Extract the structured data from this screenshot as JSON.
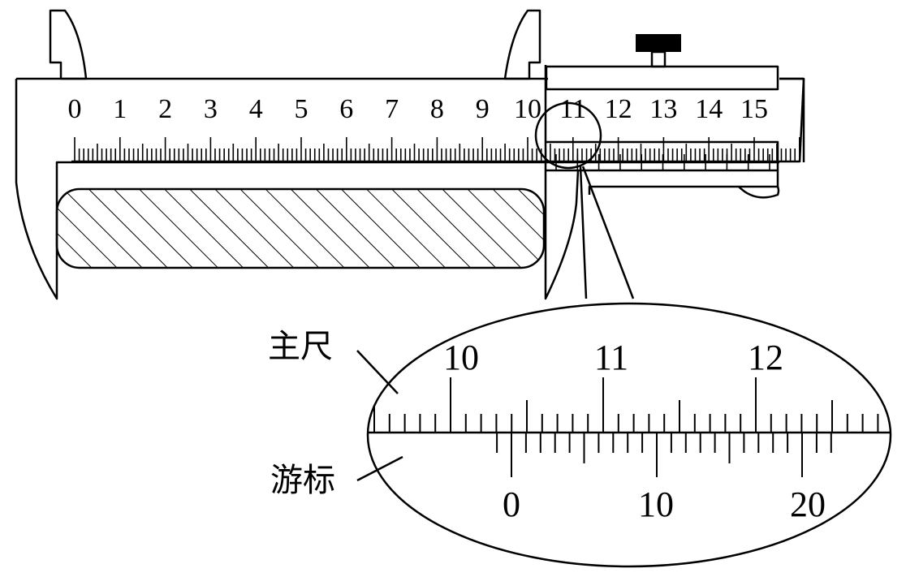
{
  "main_scale": {
    "numbers": [
      "0",
      "1",
      "2",
      "3",
      "4",
      "5",
      "6",
      "7",
      "8",
      "9",
      "10",
      "11",
      "12",
      "13",
      "14",
      "15"
    ]
  },
  "magnified_view": {
    "main_scale_label": "主尺",
    "vernier_label": "游标",
    "main_numbers": [
      "10",
      "11",
      "12"
    ],
    "vernier_numbers": [
      "0",
      "10",
      "20"
    ]
  }
}
